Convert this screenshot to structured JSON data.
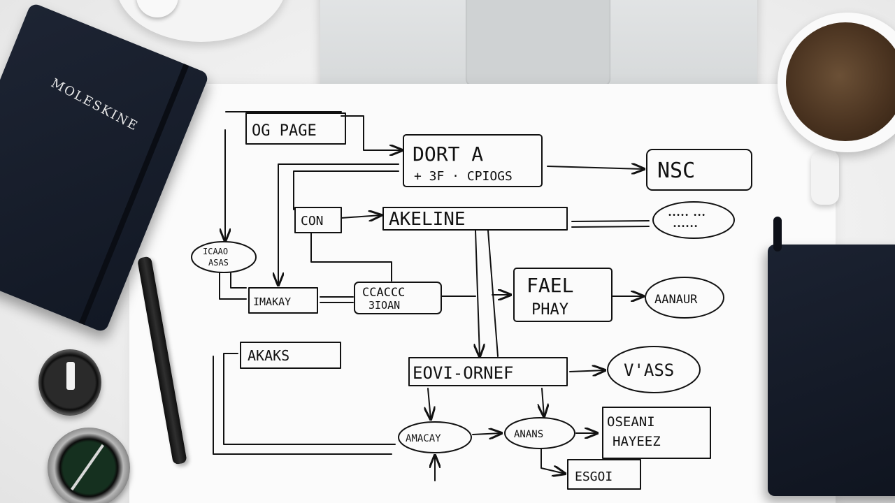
{
  "objects": {
    "notebook_brand": "MOLESKINE"
  },
  "diagram": {
    "labels": {
      "og_page": "OG PAGE",
      "dort_a": "DORT A",
      "dort_a_sub": "+ 3F · CPIOGS",
      "nsc": "NSC",
      "con": "CON",
      "akeline": "AKELINE",
      "oval_right_1": "∙∙∙∙∙ ∙∙∙",
      "oval_right_2": "∙∙∙∙∙∙",
      "oval_left_1": "ICAAO",
      "oval_left_2": "ASAS",
      "imakay": "IMAKAY",
      "ccacc_1": "CCACCC",
      "ccacc_2": "3IOAN",
      "fael_1": "FAEL",
      "fael_2": "PHAY",
      "anaur": "AANAUR",
      "akaks": "AKAKS",
      "eovi": "EOVI-ORNEF",
      "vass": "V'ASS",
      "amacay": "AMACAY",
      "anans": "ANANS",
      "oseani_1": "OSEANI",
      "oseani_2": "HAYEEZ",
      "esgo": "ESGOI"
    }
  }
}
